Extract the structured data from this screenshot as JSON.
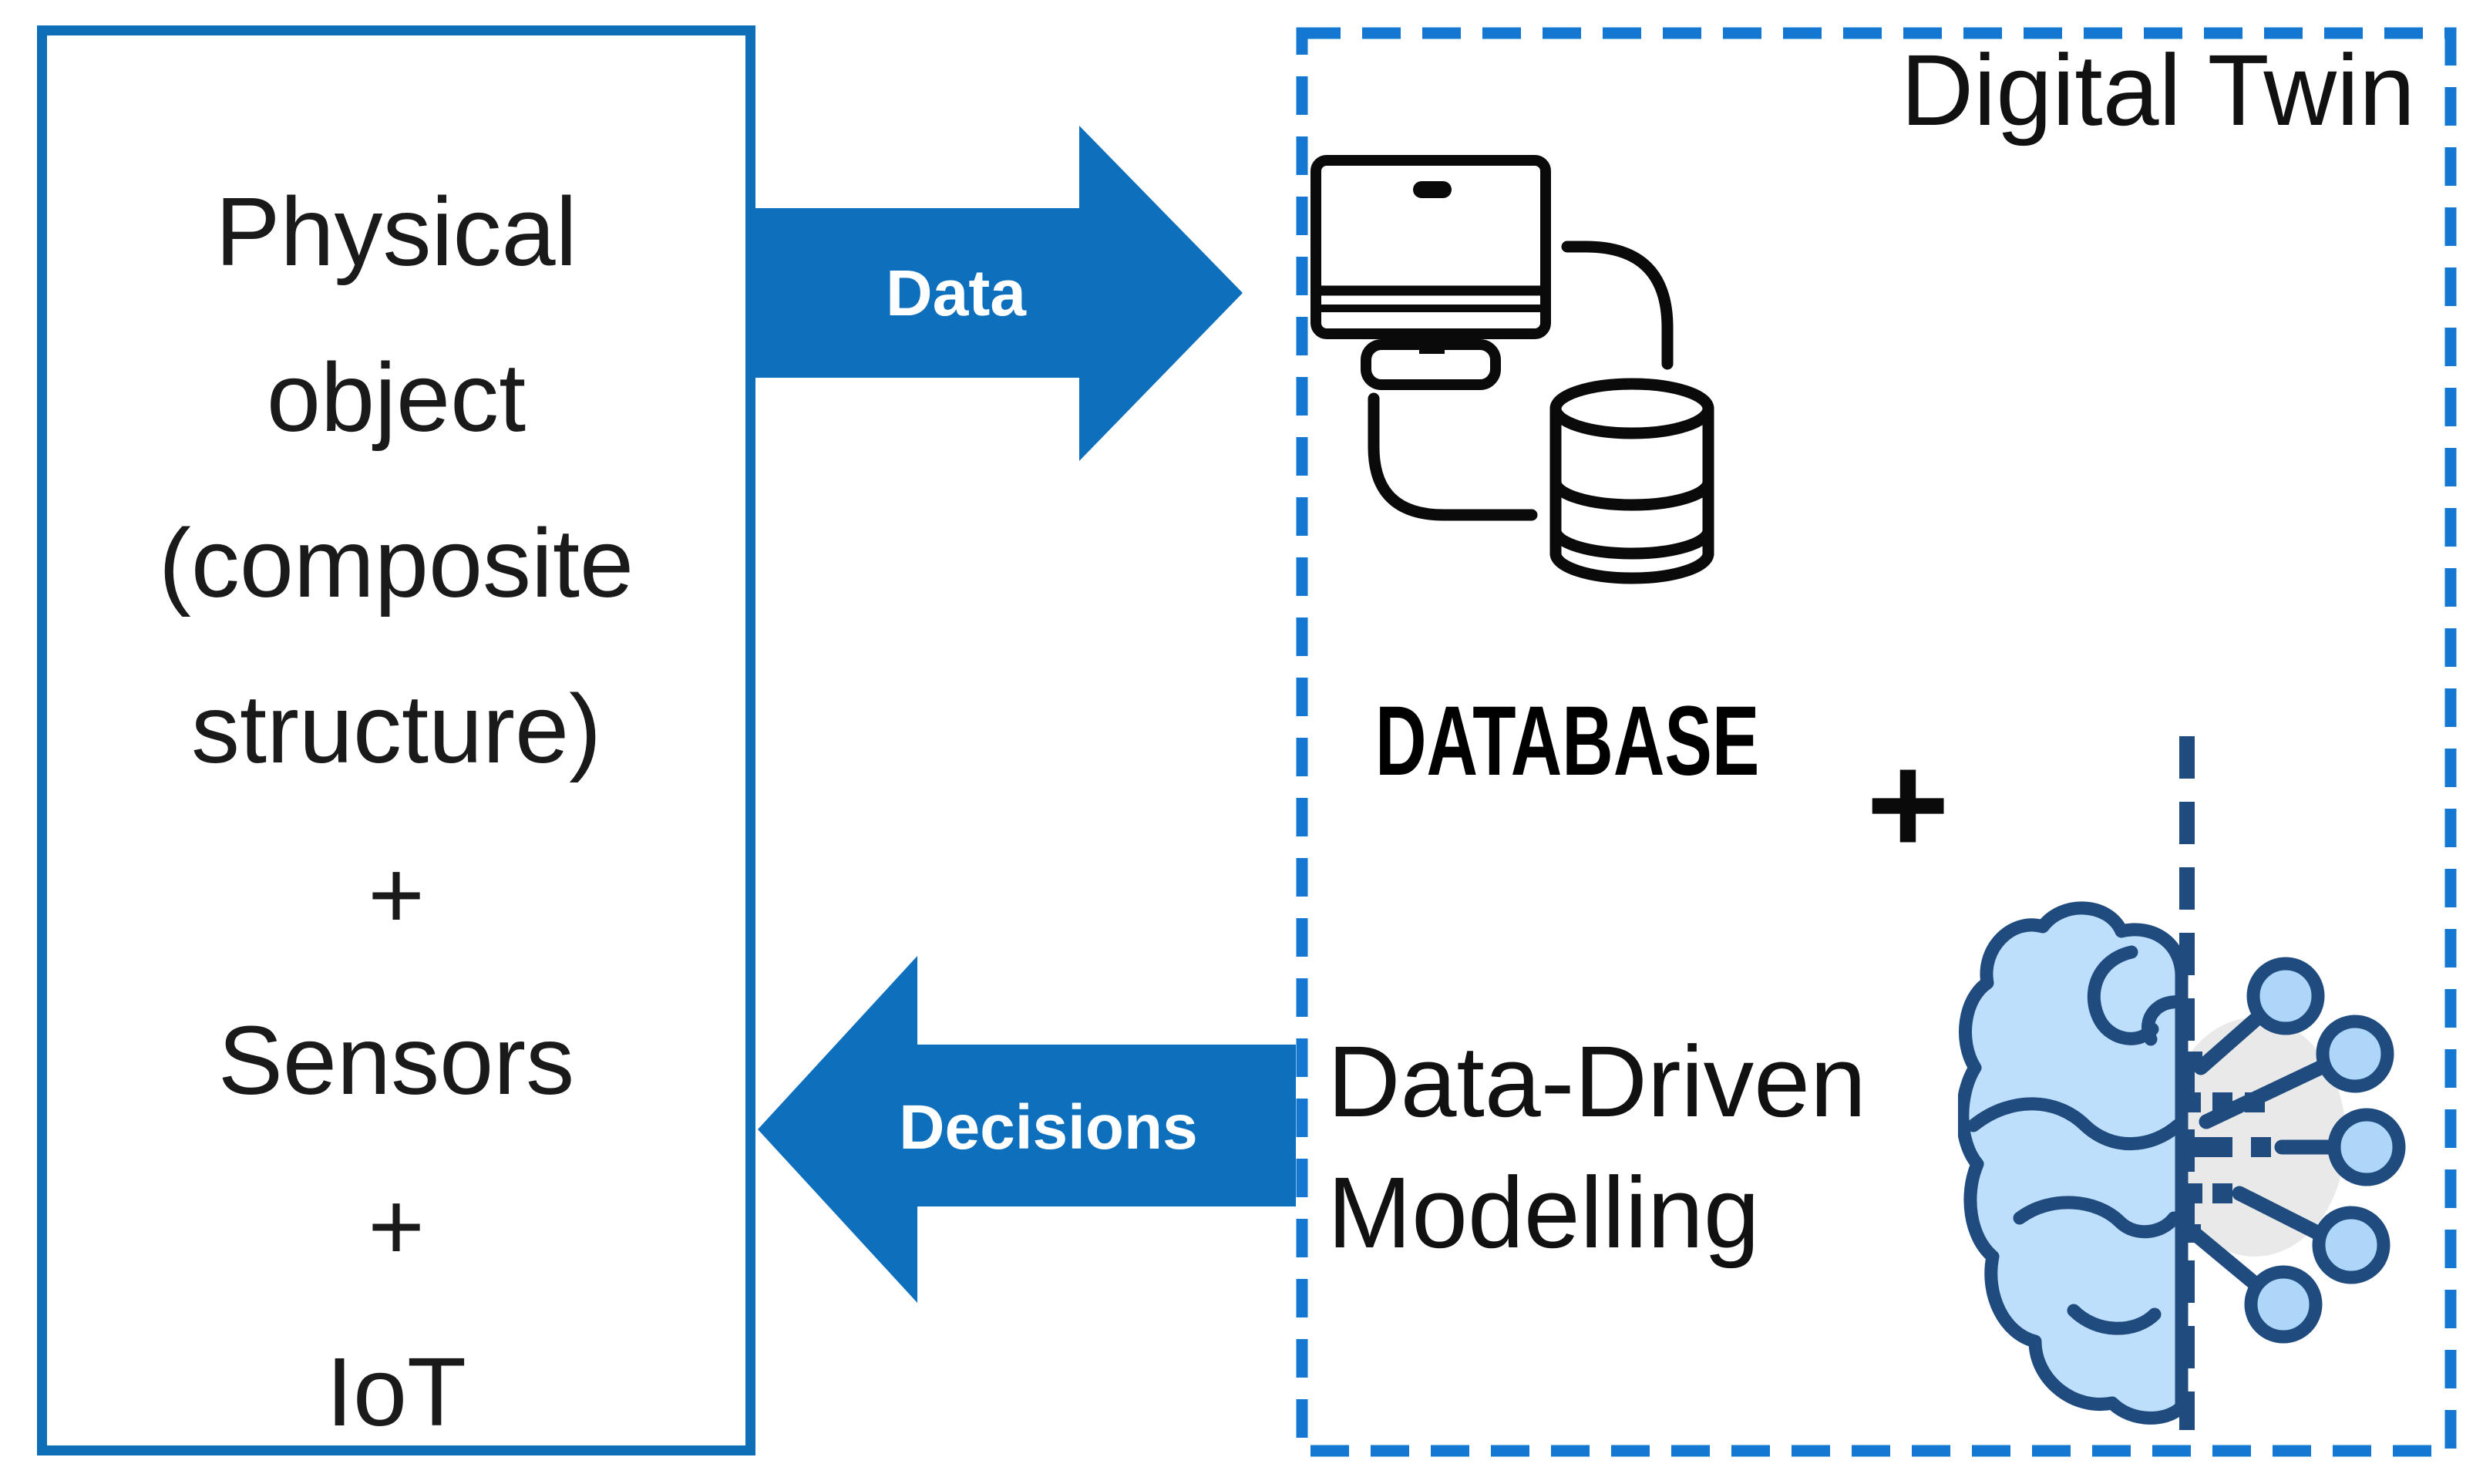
{
  "physical_box": {
    "lines": [
      "Physical",
      "object",
      "(composite",
      "structure)",
      "+",
      "Sensors",
      "+",
      "IoT"
    ]
  },
  "arrows": {
    "data_label": "Data",
    "decisions_label": "Decisions"
  },
  "digital_twin_box": {
    "title": "Digital Twin",
    "database_label": "DATABASE",
    "plus_sign": "+",
    "modelling_lines": [
      "Data-Driven",
      "Modelling"
    ]
  },
  "icons": {
    "database_icon": "computer-with-database-cylinder",
    "brain_icon": "half-brain-half-circuit"
  },
  "colors": {
    "arrow-blue": "#0E70BD",
    "solid-border": "#0E6EB8",
    "dashed-border": "#1478D2",
    "navy": "#1F4B7E",
    "brain-fill": "#BEDFFB",
    "node-fill": "#AED6F8",
    "blob-gray": "#E9E9E9",
    "icon-black": "#0a0a0a"
  }
}
